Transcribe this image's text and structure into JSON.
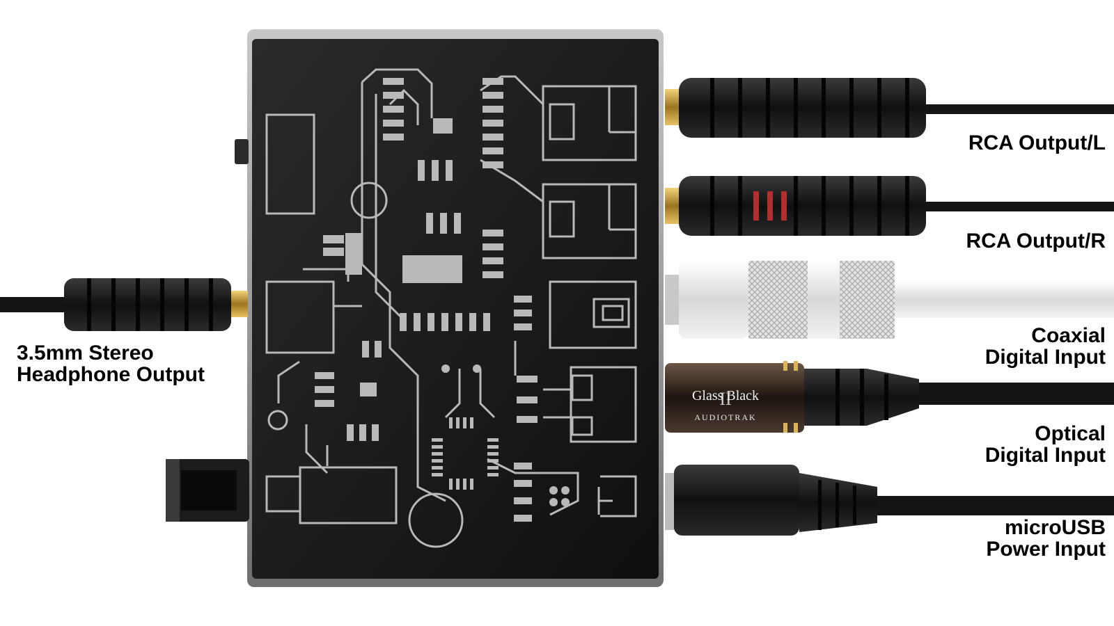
{
  "callouts": {
    "rca_left": "RCA Output/L",
    "rca_right": "RCA Output/R",
    "coaxial": [
      "Coaxial",
      "Digital Input"
    ],
    "optical": [
      "Optical",
      "Digital Input"
    ],
    "power": [
      "microUSB",
      "Power Input"
    ],
    "headphone": [
      "3.5mm Stereo",
      "Headphone Output"
    ]
  },
  "brand": {
    "model_line1": "Glass Black",
    "model_numeral": "II",
    "maker": "AUDIOTRAK"
  },
  "colors": {
    "body": "#1a1a1a",
    "body_edge": "#8a8a8a",
    "pcb_trace": "#b9b9b9",
    "cable_black": "#141414",
    "cable_white": "#e9e9e9",
    "gold": "#c9a23c",
    "rca_red_stripe": "#b03030",
    "optical_body": "#3a2a20"
  }
}
